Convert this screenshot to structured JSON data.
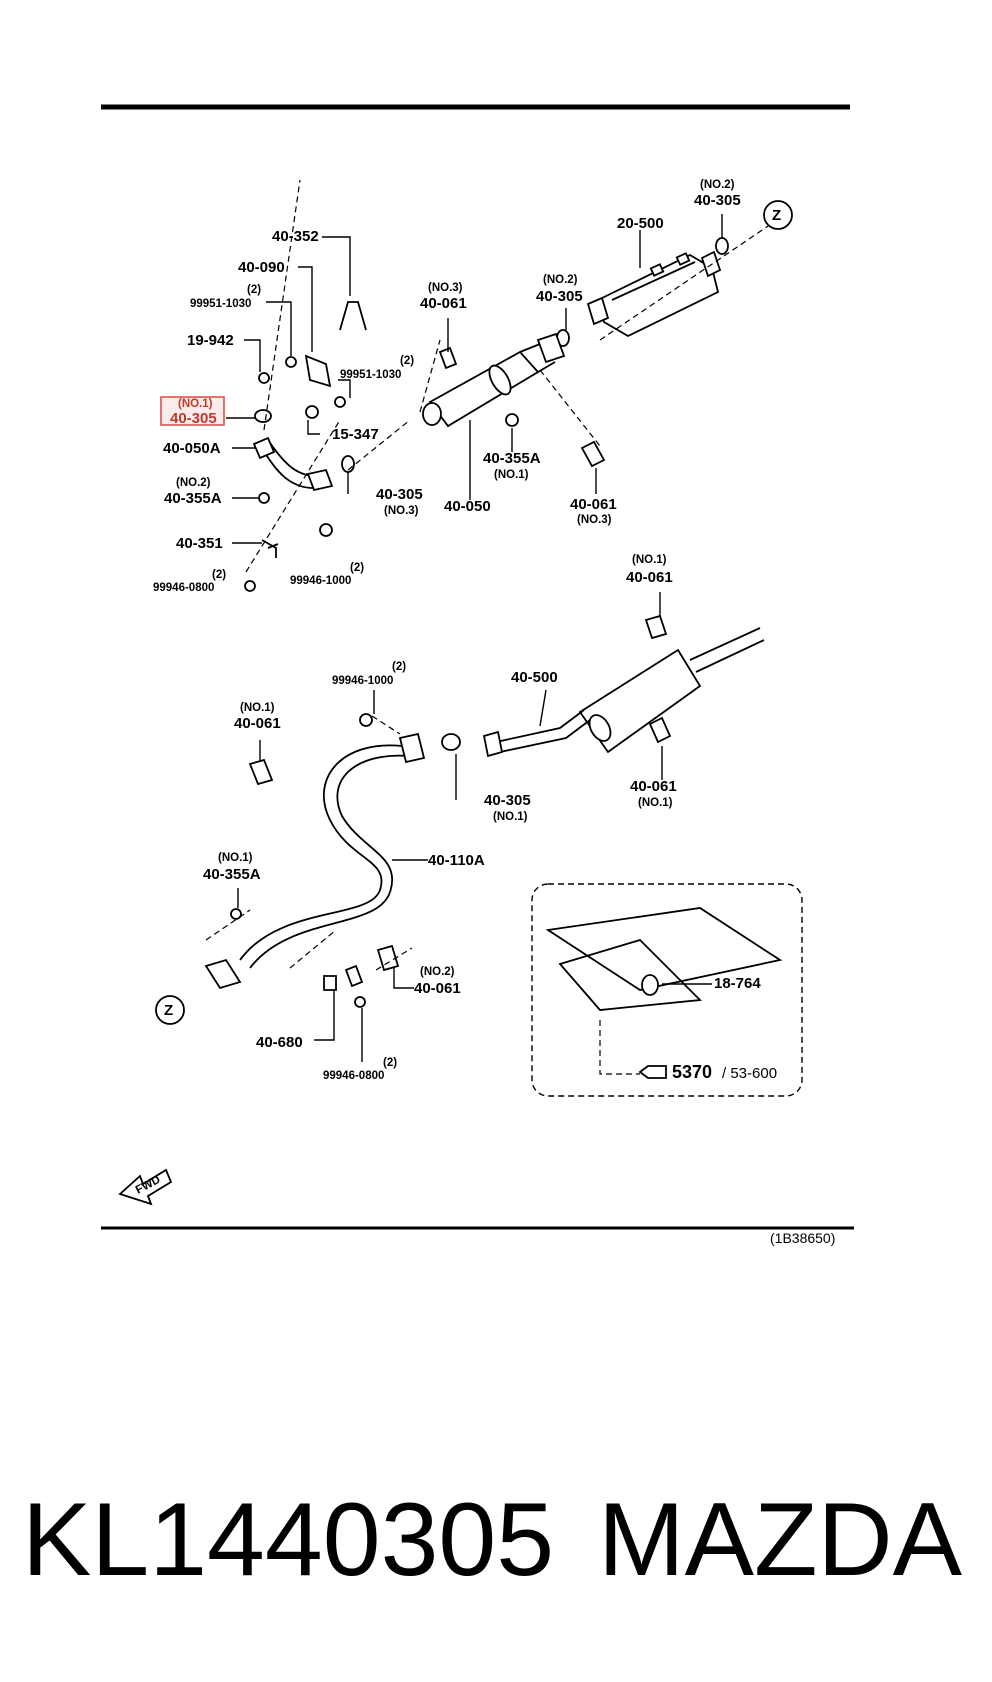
{
  "caption": {
    "part_number": "KL1440305",
    "brand": "MAZDA"
  },
  "drawing_ref": "(1B38650)",
  "fwd_label": "FWD",
  "highlight_color": "#d9534f",
  "labels": {
    "z_top": "Z",
    "z_bottom": "Z",
    "p20_500": "20-500",
    "p40_305_no2a_sub": "(NO.2)",
    "p40_305_no2a": "40-305",
    "p40_305_no2b_sub": "(NO.2)",
    "p40_305_no2b": "40-305",
    "p40_061_no3a_sub": "(NO.3)",
    "p40_061_no3a": "40-061",
    "p40_352": "40-352",
    "p40_090": "40-090",
    "p99951_a_sub": "(2)",
    "p99951_a": "99951-1030",
    "p99951_b_sub": "(2)",
    "p99951_b": "99951-1030",
    "p19_942": "19-942",
    "p40_305_no1_hl_sub": "(NO.1)",
    "p40_305_no1_hl": "40-305",
    "p15_347": "15-347",
    "p40_050A": "40-050A",
    "p40_355A_no2_sub": "(NO.2)",
    "p40_355A_no2": "40-355A",
    "p40_351": "40-351",
    "p99946_0800a_sub": "(2)",
    "p99946_0800a": "99946-0800",
    "p99946_1000a_sub": "(2)",
    "p99946_1000a": "99946-1000",
    "p40_305_no3": "40-305",
    "p40_305_no3_sub": "(NO.3)",
    "p40_050": "40-050",
    "p40_355A_no1": "40-355A",
    "p40_355A_no1_sub": "(NO.1)",
    "p40_061_no3b": "40-061",
    "p40_061_no3b_sub": "(NO.3)",
    "p40_061_no1a_sub": "(NO.1)",
    "p40_061_no1a": "40-061",
    "p40_500": "40-500",
    "p99946_1000b_sub": "(2)",
    "p99946_1000b": "99946-1000",
    "p40_061_no1b_sub": "(NO.1)",
    "p40_061_no1b": "40-061",
    "p40_305_no1b": "40-305",
    "p40_305_no1b_sub": "(NO.1)",
    "p40_061_no1c": "40-061",
    "p40_061_no1c_sub": "(NO.1)",
    "p40_110A": "40-110A",
    "p40_355A_no1b_sub": "(NO.1)",
    "p40_355A_no1b": "40-355A",
    "p40_061_no2": "40-061",
    "p40_061_no2_sub": "(NO.2)",
    "p40_680": "40-680",
    "p99946_0800b_sub": "(2)",
    "p99946_0800b": "99946-0800",
    "p18_764": "18-764",
    "ref_main": "5370",
    "ref_sub": "/ 53-600"
  }
}
